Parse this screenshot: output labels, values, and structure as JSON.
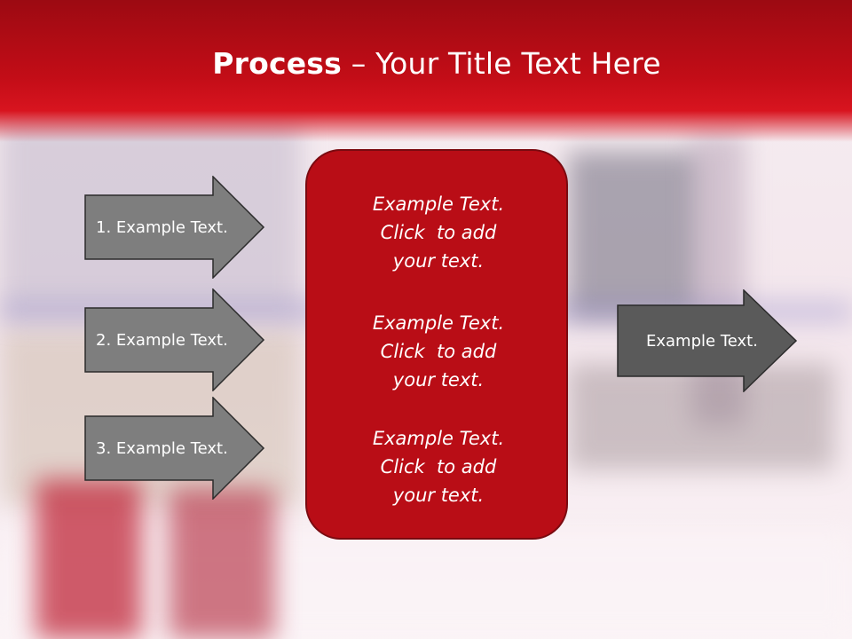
{
  "slide": {
    "title_bold": "Process",
    "title_separator": " – ",
    "title_rest": "Your Title Text Here"
  },
  "left_arrows": [
    {
      "label": "1. Example Text."
    },
    {
      "label": "2. Example Text."
    },
    {
      "label": "3. Example Text."
    }
  ],
  "center": {
    "blocks": [
      {
        "lines": [
          "Example Text.",
          "Click  to add",
          "your text."
        ]
      },
      {
        "lines": [
          "Example Text.",
          "Click  to add",
          "your text."
        ]
      },
      {
        "lines": [
          "Example Text.",
          "Click  to add",
          "your text."
        ]
      }
    ]
  },
  "right_arrow": {
    "label": "Example Text."
  },
  "colors": {
    "header_red": "#c30d17",
    "center_box": "#b90d16",
    "left_arrow_fill": "#7e7e7e",
    "right_arrow_fill": "#5a5a5a"
  }
}
